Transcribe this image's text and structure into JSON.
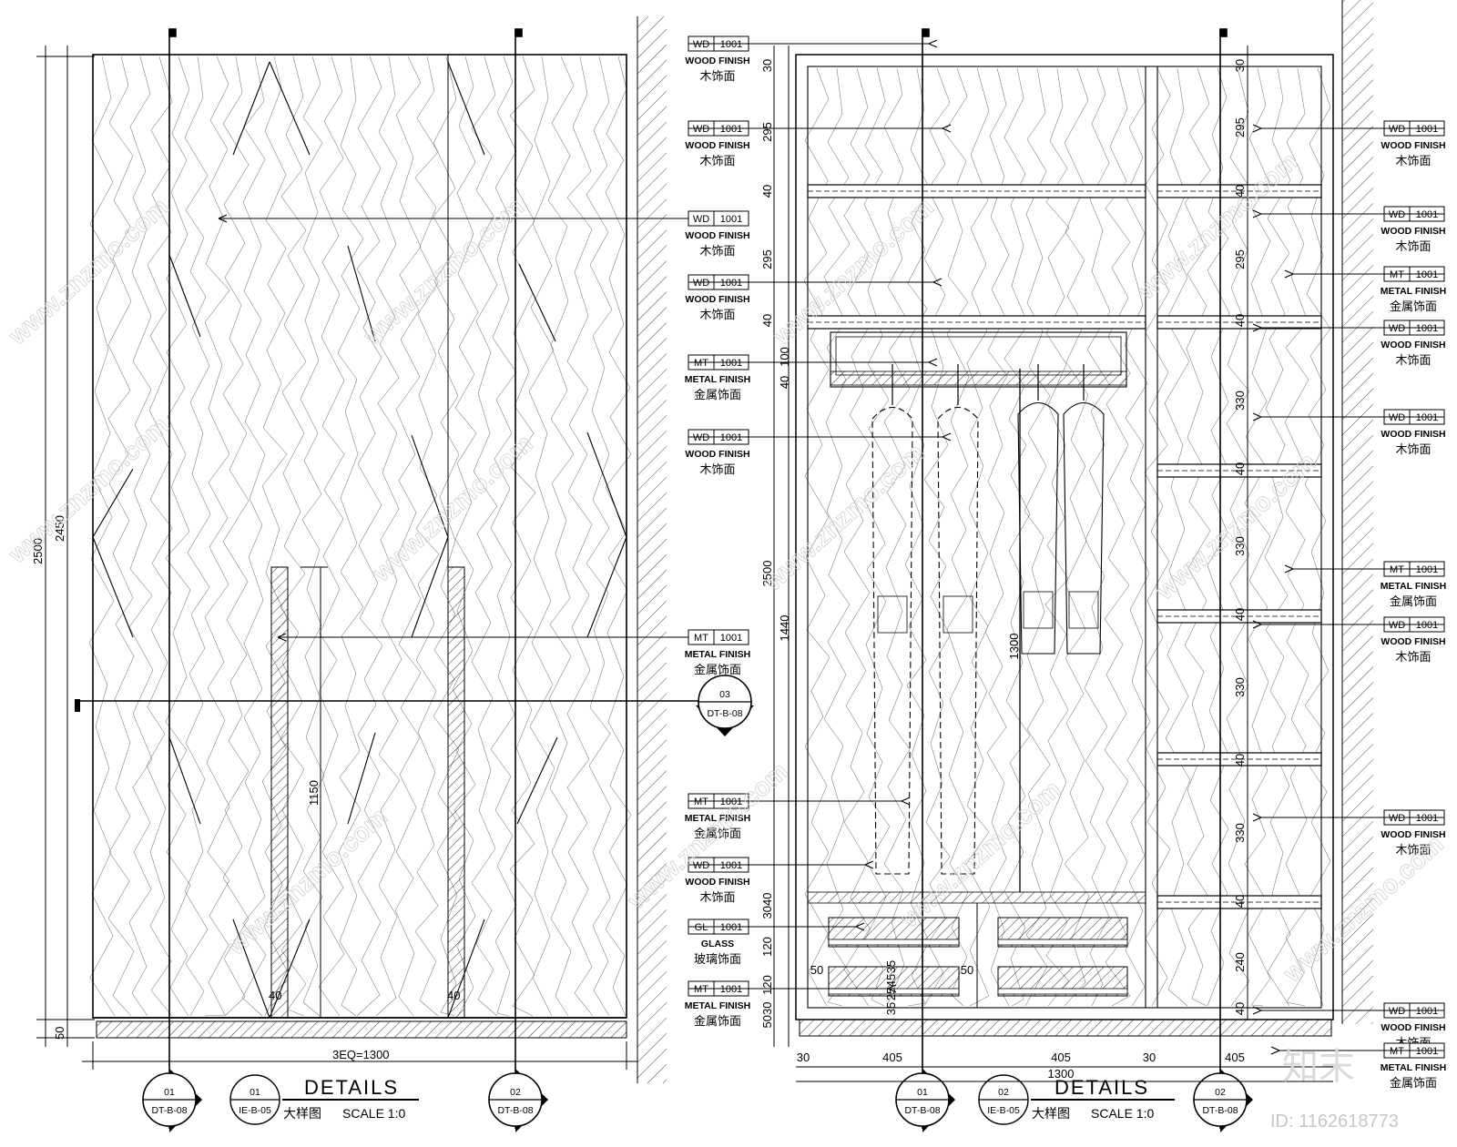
{
  "left_elevation": {
    "dims": {
      "overall_height": "2500",
      "panel_height": "2450",
      "base": "50",
      "handle_height": "1150",
      "handle_width_a": "40",
      "handle_width_b": "40",
      "overall_width": "3EQ=1300"
    },
    "section_bubble": {
      "num": "03",
      "ref": "DT-B-08"
    },
    "bottom_bubble_1": {
      "num": "01",
      "ref": "DT-B-08"
    },
    "bottom_bubble_2": {
      "num": "02",
      "ref": "DT-B-08"
    },
    "title_bubble": {
      "num": "01",
      "ref": "IE-B-05"
    },
    "title": "DETAILS",
    "subtitle_cn": "大样图",
    "subtitle_scale": "SCALE 1:0"
  },
  "right_elevation": {
    "left_dims": [
      "30",
      "295",
      "40",
      "295",
      "40",
      "100",
      "40",
      "2500",
      "1440",
      "1300",
      "3040",
      "120",
      "120",
      "5030",
      "35",
      "45",
      "25",
      "35"
    ],
    "inner_dims": [
      "50",
      "50"
    ],
    "right_dims": [
      "30",
      "295",
      "40",
      "295",
      "40",
      "330",
      "40",
      "330",
      "40",
      "330",
      "40",
      "330",
      "40",
      "240",
      "40"
    ],
    "bottom_dims": [
      "30",
      "405",
      "405",
      "30",
      "405",
      "1300"
    ],
    "bottom_bubble_1": {
      "num": "01",
      "ref": "DT-B-08"
    },
    "bottom_bubble_2": {
      "num": "02",
      "ref": "DT-B-08"
    },
    "title_bubble": {
      "num": "02",
      "ref": "IE-B-05"
    },
    "title": "DETAILS",
    "subtitle_cn": "大样图",
    "subtitle_scale": "SCALE 1:0"
  },
  "left_tags": [
    {
      "code": "WD",
      "num": "1001",
      "en": "WOOD FINISH",
      "cn": "木饰面"
    },
    {
      "code": "WD",
      "num": "1001",
      "en": "WOOD FINISH",
      "cn": "木饰面"
    },
    {
      "code": "WD",
      "num": "1001",
      "en": "WOOD FINISH",
      "cn": "木饰面"
    },
    {
      "code": "WD",
      "num": "1001",
      "en": "WOOD FINISH",
      "cn": "木饰面"
    },
    {
      "code": "MT",
      "num": "1001",
      "en": "METAL FINISH",
      "cn": "金属饰面"
    },
    {
      "code": "WD",
      "num": "1001",
      "en": "WOOD FINISH",
      "cn": "木饰面"
    },
    {
      "code": "MT",
      "num": "1001",
      "en": "METAL FINISH",
      "cn": "金属饰面"
    },
    {
      "code": "MT",
      "num": "1001",
      "en": "METAL FINISH",
      "cn": "金属饰面"
    },
    {
      "code": "WD",
      "num": "1001",
      "en": "WOOD FINISH",
      "cn": "木饰面"
    },
    {
      "code": "GL",
      "num": "1001",
      "en": "GLASS",
      "cn": "玻璃饰面"
    },
    {
      "code": "MT",
      "num": "1001",
      "en": "METAL FINISH",
      "cn": "金属饰面"
    }
  ],
  "right_tags": [
    {
      "code": "WD",
      "num": "1001",
      "en": "WOOD FINISH",
      "cn": "木饰面"
    },
    {
      "code": "WD",
      "num": "1001",
      "en": "WOOD FINISH",
      "cn": "木饰面"
    },
    {
      "code": "MT",
      "num": "1001",
      "en": "METAL FINISH",
      "cn": "金属饰面"
    },
    {
      "code": "WD",
      "num": "1001",
      "en": "WOOD FINISH",
      "cn": "木饰面"
    },
    {
      "code": "WD",
      "num": "1001",
      "en": "WOOD FINISH",
      "cn": "木饰面"
    },
    {
      "code": "MT",
      "num": "1001",
      "en": "METAL FINISH",
      "cn": "金属饰面"
    },
    {
      "code": "WD",
      "num": "1001",
      "en": "WOOD FINISH",
      "cn": "木饰面"
    },
    {
      "code": "WD",
      "num": "1001",
      "en": "WOOD FINISH",
      "cn": "木饰面"
    },
    {
      "code": "WD",
      "num": "1001",
      "en": "WOOD FINISH",
      "cn": "木饰面"
    },
    {
      "code": "MT",
      "num": "1001",
      "en": "METAL FINISH",
      "cn": "金属饰面"
    }
  ],
  "watermark": {
    "text": "www.znzmo.com",
    "brand": "知末",
    "id_label": "ID: 1162618773"
  }
}
